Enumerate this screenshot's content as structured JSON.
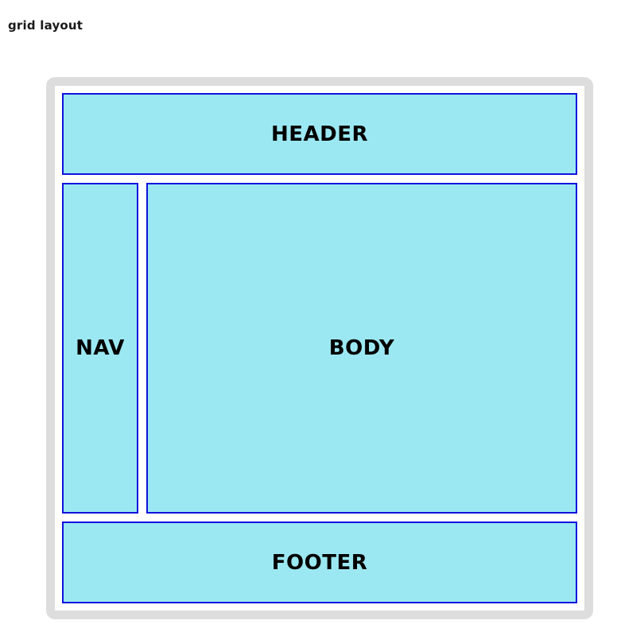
{
  "page": {
    "title": "grid layout"
  },
  "colors": {
    "frame": "#dddddd",
    "cell_fill": "#9be8f2",
    "cell_border": "#1111dd",
    "label_text": "#000000",
    "background": "#ffffff"
  },
  "layout": {
    "areas": [
      {
        "name": "header",
        "label": "HEADER"
      },
      {
        "name": "nav",
        "label": "NAV"
      },
      {
        "name": "body",
        "label": "BODY"
      },
      {
        "name": "footer",
        "label": "FOOTER"
      }
    ]
  }
}
